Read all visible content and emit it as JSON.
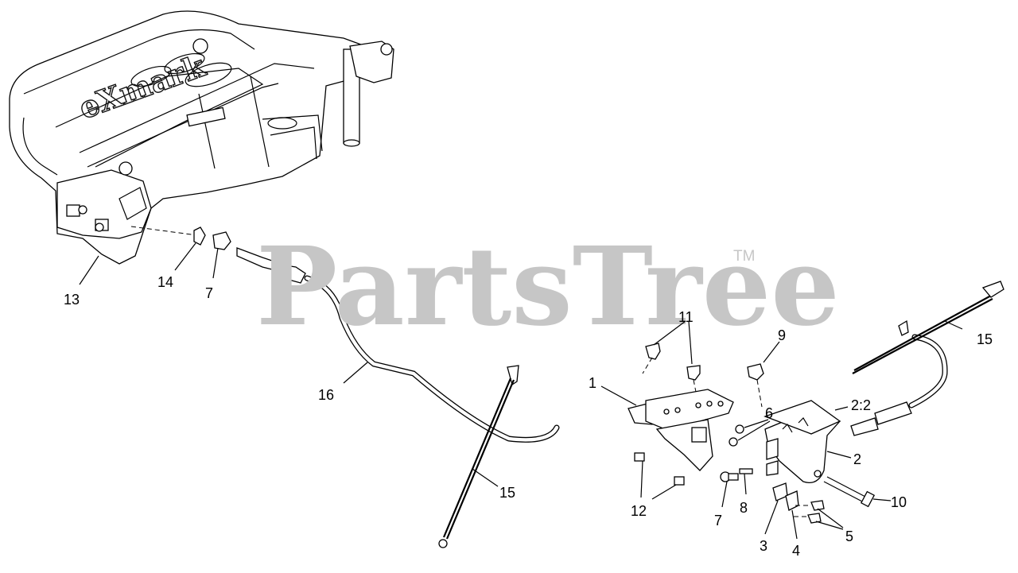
{
  "watermark": {
    "text": "PartsTree",
    "trademark": "TM"
  },
  "brand_logo": "eXmark",
  "callouts": [
    {
      "id": "c13",
      "text": "13"
    },
    {
      "id": "c14",
      "text": "14"
    },
    {
      "id": "c7a",
      "text": "7"
    },
    {
      "id": "c16",
      "text": "16"
    },
    {
      "id": "c15a",
      "text": "15"
    },
    {
      "id": "c11",
      "text": "11"
    },
    {
      "id": "c9",
      "text": "9"
    },
    {
      "id": "c1",
      "text": "1"
    },
    {
      "id": "c6",
      "text": "6"
    },
    {
      "id": "c22",
      "text": "2:2"
    },
    {
      "id": "c15b",
      "text": "15"
    },
    {
      "id": "c2",
      "text": "2"
    },
    {
      "id": "c10",
      "text": "10"
    },
    {
      "id": "c12",
      "text": "12"
    },
    {
      "id": "c7b",
      "text": "7"
    },
    {
      "id": "c8",
      "text": "8"
    },
    {
      "id": "c3",
      "text": "3"
    },
    {
      "id": "c4",
      "text": "4"
    },
    {
      "id": "c5",
      "text": "5"
    }
  ]
}
